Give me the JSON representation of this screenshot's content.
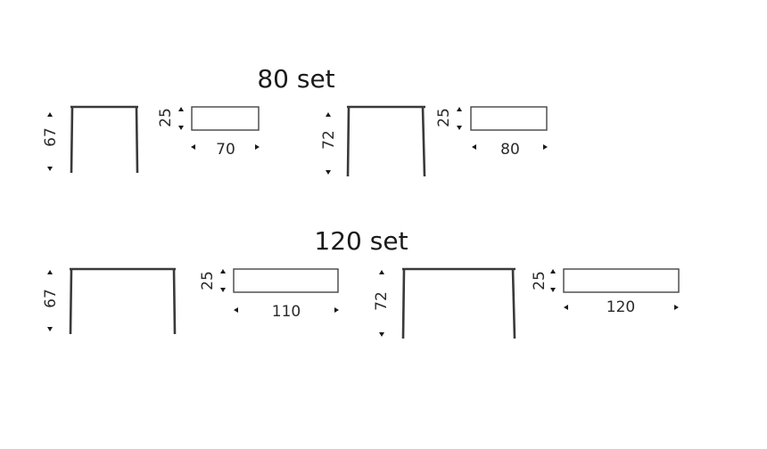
{
  "sets": [
    {
      "title": "80 set",
      "units": [
        {
          "height": "67",
          "depth": "25",
          "width": "70"
        },
        {
          "height": "72",
          "depth": "25",
          "width": "80"
        }
      ]
    },
    {
      "title": "120 set",
      "units": [
        {
          "height": "67",
          "depth": "25",
          "width": "110"
        },
        {
          "height": "72",
          "depth": "25",
          "width": "120"
        }
      ]
    }
  ]
}
